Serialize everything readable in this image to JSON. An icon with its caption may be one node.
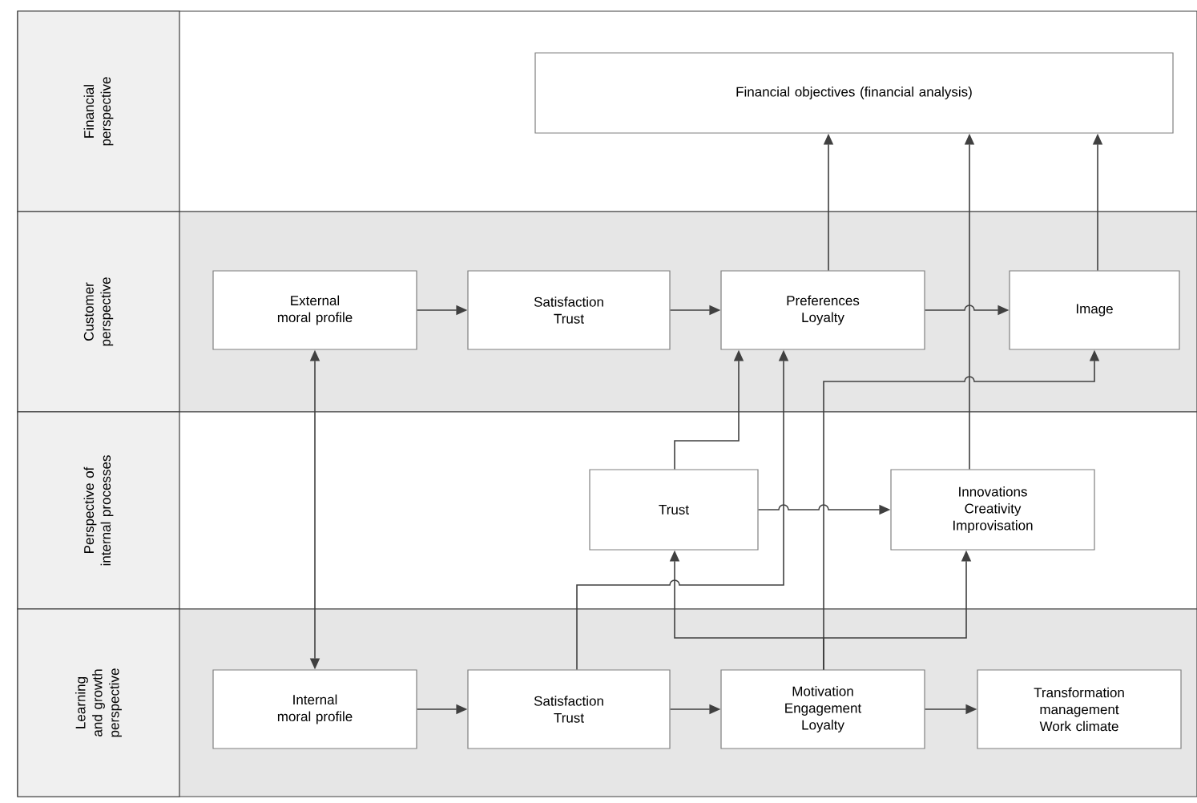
{
  "diagram": {
    "nodes": [
      {
        "text": [
          "Financial perspective"
        ]
      },
      {
        "text": [
          "Financial objectives (financial analysis)"
        ],
        "in": 0
      },
      {
        "text": [
          "Customer perspective"
        ]
      },
      {
        "text": [
          "External moral profile"
        ],
        "in": 2
      },
      {
        "text": [
          "Satisfaction Trust"
        ],
        "in": 2
      },
      {
        "text": [
          "Preferences Loyalty"
        ],
        "in": 2
      },
      {
        "text": [
          "Image"
        ],
        "in": 2
      },
      {
        "text": [
          "Perspective of internal processes"
        ]
      },
      {
        "text": [
          "Trust"
        ],
        "in": 7
      },
      {
        "text": [
          "Innovations Creativity Improvisation"
        ],
        "in": 7
      },
      {
        "text": [
          "Learning and growth perspective"
        ]
      },
      {
        "text": [
          "Internal moral profile"
        ],
        "in": 10
      },
      {
        "text": [
          "Satisfaction Trust"
        ],
        "in": 10
      },
      {
        "text": [
          "Motivation Engagement Loyalty"
        ],
        "in": 10
      },
      {
        "text": [
          "Transformation management Work climate"
        ],
        "in": 10
      }
    ],
    "edges": [
      {
        "from": 3,
        "to": 11,
        "arrow": "both"
      },
      {
        "from": 3,
        "to": 4,
        "arrow": "to"
      },
      {
        "from": 4,
        "to": 5,
        "arrow": "to"
      },
      {
        "from": 5,
        "to": 6,
        "arrow": "to"
      },
      {
        "from": 5,
        "to": 1,
        "arrow": "to"
      },
      {
        "from": 6,
        "to": 1,
        "arrow": "to"
      },
      {
        "from": 9,
        "to": 1,
        "arrow": "to"
      },
      {
        "from": 8,
        "to": 5,
        "arrow": "to"
      },
      {
        "from": 12,
        "to": 5,
        "arrow": "to"
      },
      {
        "from": 13,
        "to": 6,
        "arrow": "to"
      },
      {
        "from": 13,
        "to": 8,
        "arrow": "to"
      },
      {
        "from": 13,
        "to": 9,
        "arrow": "to"
      },
      {
        "from": 8,
        "to": 9,
        "arrow": "to"
      },
      {
        "from": 11,
        "to": 12,
        "arrow": "to"
      },
      {
        "from": 12,
        "to": 13,
        "arrow": "to"
      },
      {
        "from": 13,
        "to": 14,
        "arrow": "to"
      }
    ]
  }
}
